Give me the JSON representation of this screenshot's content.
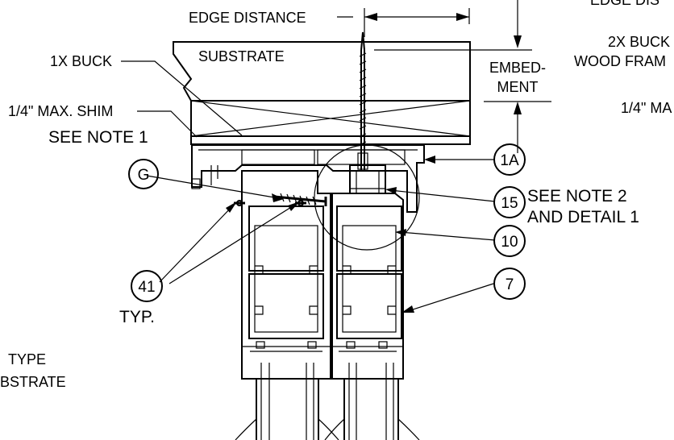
{
  "labels": {
    "edge_distance": "EDGE DISTANCE",
    "edge_distance_cut": "EDGE DIS",
    "substrate": "SUBSTRATE",
    "buck_1x": "1X BUCK",
    "shim": "1/4\" MAX. SHIM",
    "see_note_1": "SEE NOTE 1",
    "embedment_1": "EMBED-",
    "embedment_2": "MENT",
    "buck_2x": "2X BUCK",
    "wood_frame": "WOOD FRAM",
    "shim_cut": "1/4\" MA",
    "see_note_2": "SEE NOTE 2",
    "and_detail_1": "AND DETAIL 1",
    "typ": "TYP.",
    "type_cut": "TYPE",
    "bstrate_cut": "BSTRATE"
  },
  "callouts": {
    "c1a": "1A",
    "cg": "G",
    "c15": "15",
    "c10": "10",
    "c7": "7",
    "c41": "41"
  },
  "colors": {
    "line": "#000000",
    "background": "#ffffff"
  }
}
